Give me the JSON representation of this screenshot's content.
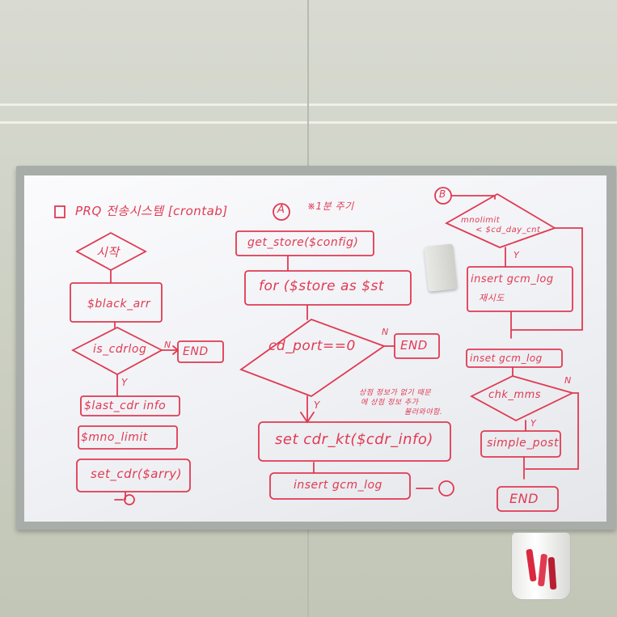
{
  "board": {
    "title": "PRQ 전송시스템 [crontab]",
    "note_top": "※1분 주기",
    "connector_a": "A",
    "connector_b": "B"
  },
  "flow_left": {
    "start": "시작",
    "black_arr": "$black_arr",
    "is_cdrlog": "is_cdrlog",
    "n_label": "N",
    "end": "END",
    "y_label": "Y",
    "last_cdr_info": "$last_cdr info",
    "mno_limit": "$mno_limit",
    "set_cdr": "set_cdr($arry)"
  },
  "flow_middle": {
    "get_store": "get_store($config)",
    "for_loop": "for ($store as $st",
    "cd_port": "cd_port==0",
    "n_label": "N",
    "end": "END",
    "y_label": "Y",
    "side_note_1": "상점 정보가 없기 때문",
    "side_note_2": "에 상점 정보 추가",
    "side_note_3": "불러와야함.",
    "set_cdr_kt": "set cdr_kt($cdr_info)",
    "insert_log": "insert gcm_log"
  },
  "flow_right": {
    "mno_limit_cond_1": "mnolimit",
    "mno_limit_cond_2": "< $cd_day_cnt",
    "y_label": "Y",
    "insert_gcm_log": "insert gcm_log",
    "retry": "재시도",
    "insert_gcm_log_2": "inset gcm_log",
    "chk_mms": "chk_mms",
    "n_label": "N",
    "y_label_2": "Y",
    "simple_post": "simple_post",
    "end": "END"
  },
  "colors": {
    "ink": "#e03a52",
    "board_frame": "#a9adaa",
    "wall": "#cfd2c6"
  }
}
